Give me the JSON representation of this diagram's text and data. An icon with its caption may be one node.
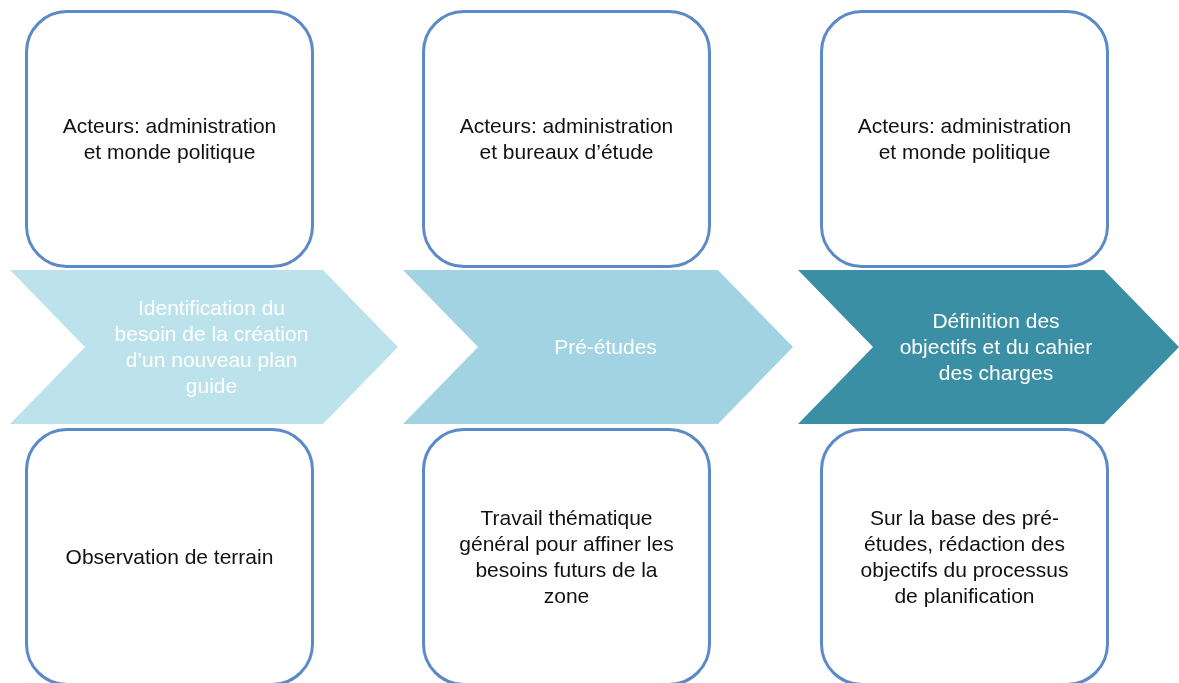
{
  "diagram": {
    "nodes": [
      {
        "text": [
          "Acteurs: administration et monde politique"
        ]
      },
      {
        "text": [
          "Acteurs: administration et bureaux d’étude"
        ]
      },
      {
        "text": [
          "Acteurs: administration et monde politique"
        ]
      },
      {
        "text": [
          "Identification du besoin de la création d’un nouveau plan guide"
        ]
      },
      {
        "text": [
          "Pré-études"
        ]
      },
      {
        "text": [
          "Définition des objectifs et du cahier des charges"
        ]
      },
      {
        "text": [
          "Observation de terrain"
        ]
      },
      {
        "text": [
          "Travail thématique général pour affiner les besoins futurs de la zone"
        ]
      },
      {
        "text": [
          "Sur la base des pré-études, rédaction des objectifs du processus de planification"
        ]
      }
    ]
  }
}
